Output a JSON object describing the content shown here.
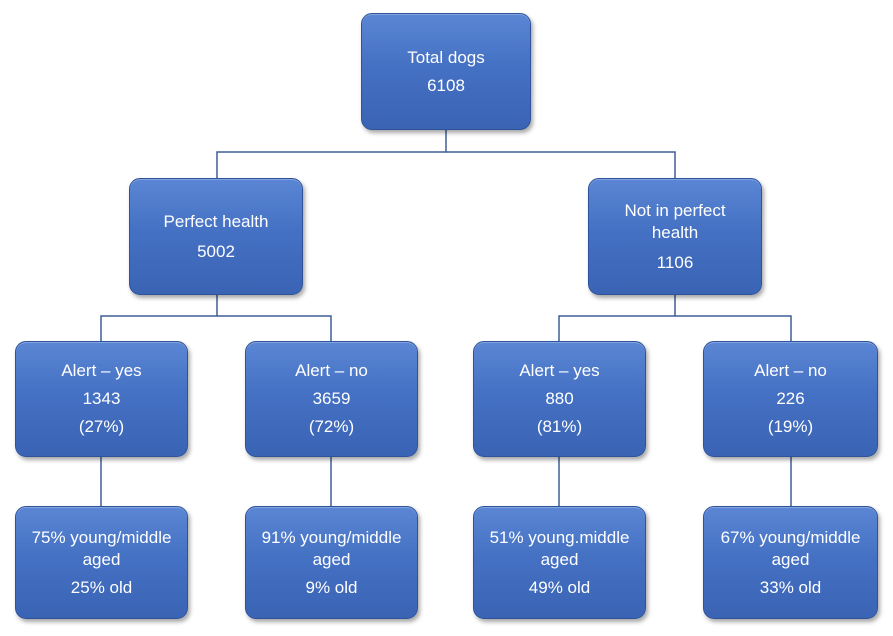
{
  "root": {
    "title": "Total dogs",
    "count": "6108"
  },
  "perfect_health": {
    "title": "Perfect health",
    "count": "5002",
    "alert_yes": {
      "title": "Alert – yes",
      "count": "1343",
      "percent": "(27%)",
      "age": {
        "line1": "75% young/middle",
        "line2": "aged",
        "line3": "25% old"
      }
    },
    "alert_no": {
      "title": "Alert – no",
      "count": "3659",
      "percent": "(72%)",
      "age": {
        "line1": "91% young/middle",
        "line2": "aged",
        "line3": "9% old"
      }
    }
  },
  "not_perfect_health": {
    "title_line1": "Not in perfect",
    "title_line2": "health",
    "count": "1106",
    "alert_yes": {
      "title": "Alert – yes",
      "count": "880",
      "percent": "(81%)",
      "age": {
        "line1": "51% young.middle",
        "line2": "aged",
        "line3": "49% old"
      }
    },
    "alert_no": {
      "title": "Alert – no",
      "count": "226",
      "percent": "(19%)",
      "age": {
        "line1": "67% young/middle",
        "line2": "aged",
        "line3": "33% old"
      }
    }
  },
  "colors": {
    "node_fill": "#4571c4",
    "node_border": "#2f539a",
    "connector": "#3f5f96",
    "text": "#ffffff"
  }
}
